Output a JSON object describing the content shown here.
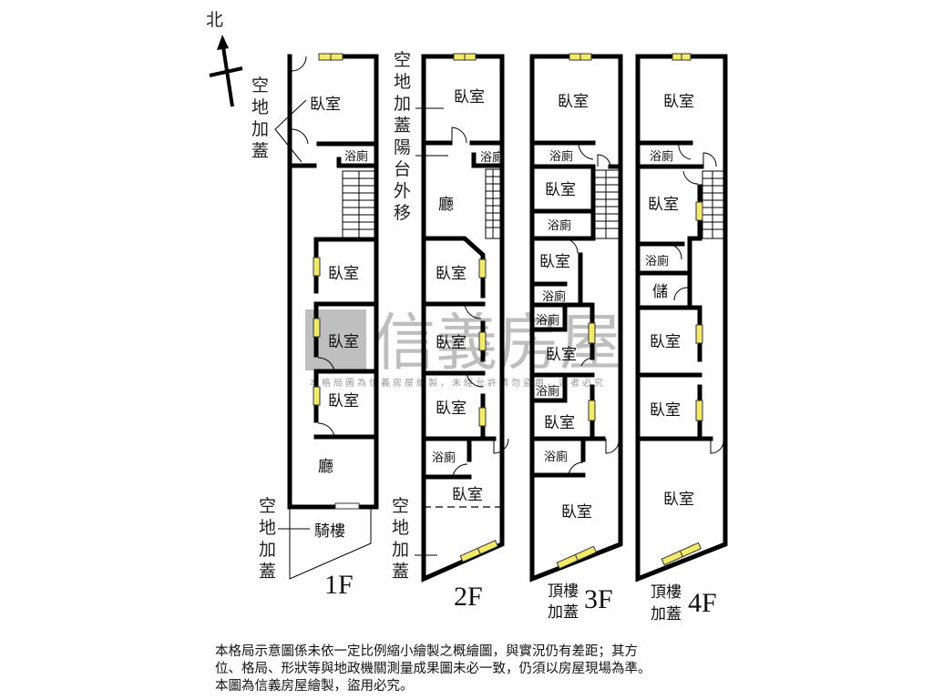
{
  "compass": {
    "label": "北"
  },
  "watermark": {
    "brand": "信義房屋",
    "fine_print": "本格局圖為信義房屋繪製，未經允許請勿盜用，違者必究"
  },
  "floors": [
    {
      "id": "1F",
      "label": "1F",
      "rooms": [
        "臥室",
        "浴廁",
        "臥室",
        "臥室",
        "臥室",
        "廳",
        "騎樓"
      ],
      "annotations": [
        "空地加蓋",
        "空地加蓋"
      ]
    },
    {
      "id": "2F",
      "label": "2F",
      "rooms": [
        "臥室",
        "浴廁",
        "廳",
        "臥室",
        "臥室",
        "臥室",
        "浴廁",
        "臥室"
      ],
      "annotations": [
        "空地加蓋",
        "陽台外移",
        "空地加蓋"
      ]
    },
    {
      "id": "3F",
      "label": "3F",
      "prefix": [
        "頂樓",
        "加蓋"
      ],
      "rooms": [
        "臥室",
        "浴廁",
        "臥室",
        "浴廁",
        "臥室",
        "浴廁",
        "浴廁",
        "臥室",
        "浴廁",
        "臥室",
        "浴廁",
        "臥室"
      ]
    },
    {
      "id": "4F",
      "label": "4F",
      "prefix": [
        "頂樓",
        "加蓋"
      ],
      "rooms": [
        "臥室",
        "浴廁",
        "臥室",
        "浴廁",
        "儲",
        "臥室",
        "臥室",
        "臥室"
      ]
    }
  ],
  "labels": {
    "bedroom": "臥室",
    "bath": "浴廁",
    "living": "廳",
    "arcade": "騎樓",
    "storage": "儲",
    "vacant_1": "空",
    "vacant_2": "地",
    "vacant_3": "加",
    "vacant_4": "蓋",
    "bal_1": "陽",
    "bal_2": "台",
    "bal_3": "外",
    "bal_4": "移",
    "roof_1": "頂樓",
    "roof_2": "加蓋"
  },
  "disclaimer": [
    "本格局示意圖係未依一定比例縮小繪製之概繪圖，與實況仍有差距；其方",
    "位、格局、形狀等與地政機關測量成果圖未必一致，仍須以房屋現場為準。",
    "本圖為信義房屋繪製，盜用必究。"
  ]
}
